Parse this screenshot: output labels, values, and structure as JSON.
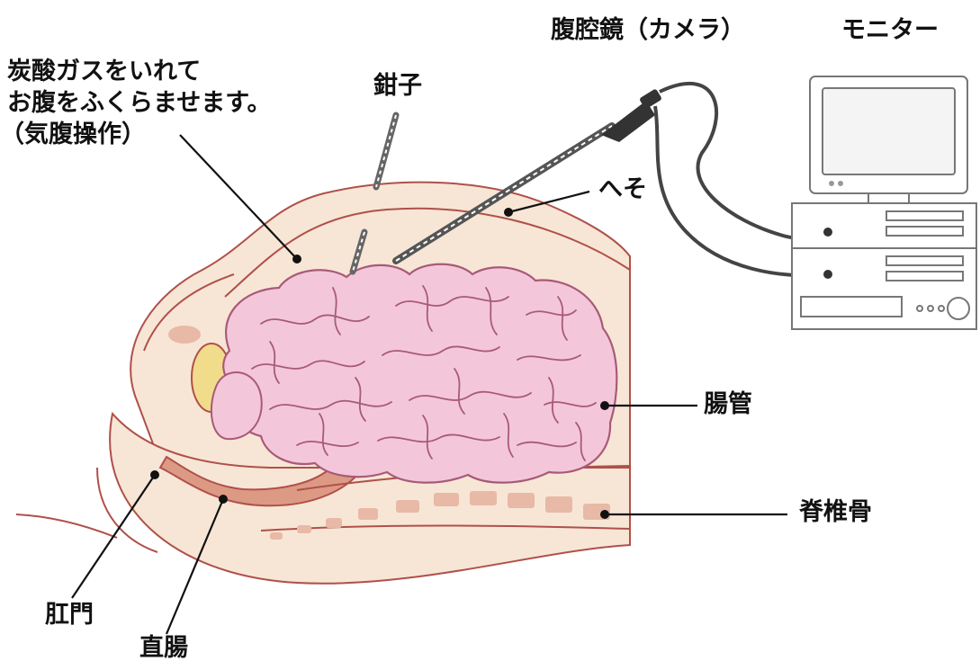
{
  "labels": {
    "gas": {
      "line1": "炭酸ガスをいれて",
      "line2": "お腹をふくらませます。",
      "line3": "（気腹操作）"
    },
    "forceps": "鉗子",
    "laparoscope": "腹腔鏡（カメラ）",
    "monitor": "モニター",
    "navel": "へそ",
    "intestine": "腸管",
    "spine": "脊椎骨",
    "anus": "肛門",
    "rectum": "直腸"
  },
  "colors": {
    "outline": "#b0504a",
    "skin": "#f7e6d6",
    "intestine_fill": "#f3c7d9",
    "intestine_line": "#a85a78",
    "rectum": "#dc9a84",
    "vertebra": "#e8b9a6",
    "bladder": "#f1dc8c",
    "device_fill": "#ffffff",
    "device_line": "#777777",
    "cable": "#444444",
    "leader": "#111111",
    "text": "#111111"
  }
}
